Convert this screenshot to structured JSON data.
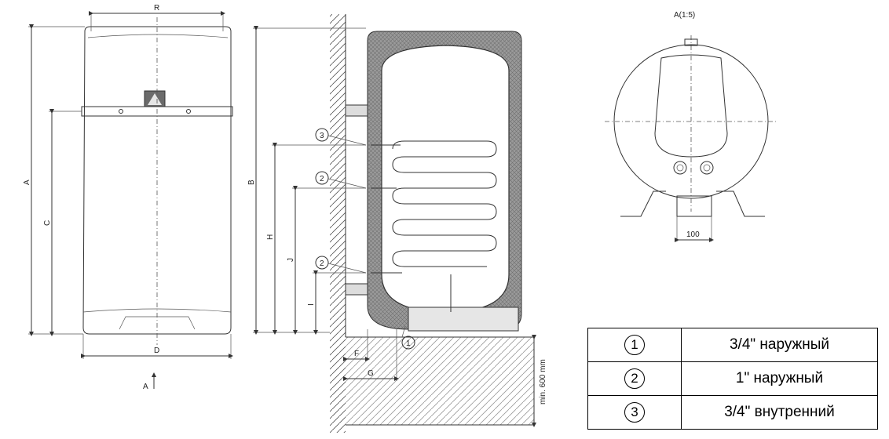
{
  "front_view": {
    "labels": {
      "width_top": "R",
      "height_total": "A",
      "height_bracket": "C",
      "width_bottom": "D",
      "view_arrow": "A"
    }
  },
  "side_view": {
    "labels": {
      "height_total": "B",
      "height_3": "H",
      "height_2": "J",
      "height_low": "I",
      "offset_f": "F",
      "offset_g": "G",
      "floor_clearance": "min. 600 mm"
    },
    "callouts": [
      "3",
      "2",
      "2",
      "1"
    ]
  },
  "detail_view": {
    "title": "A(1:5)",
    "dimension": "100"
  },
  "legend": {
    "rows": [
      {
        "num": "1",
        "text": "3/4\" наружный"
      },
      {
        "num": "2",
        "text": "1\" наружный"
      },
      {
        "num": "3",
        "text": "3/4\" внутренний"
      }
    ]
  }
}
